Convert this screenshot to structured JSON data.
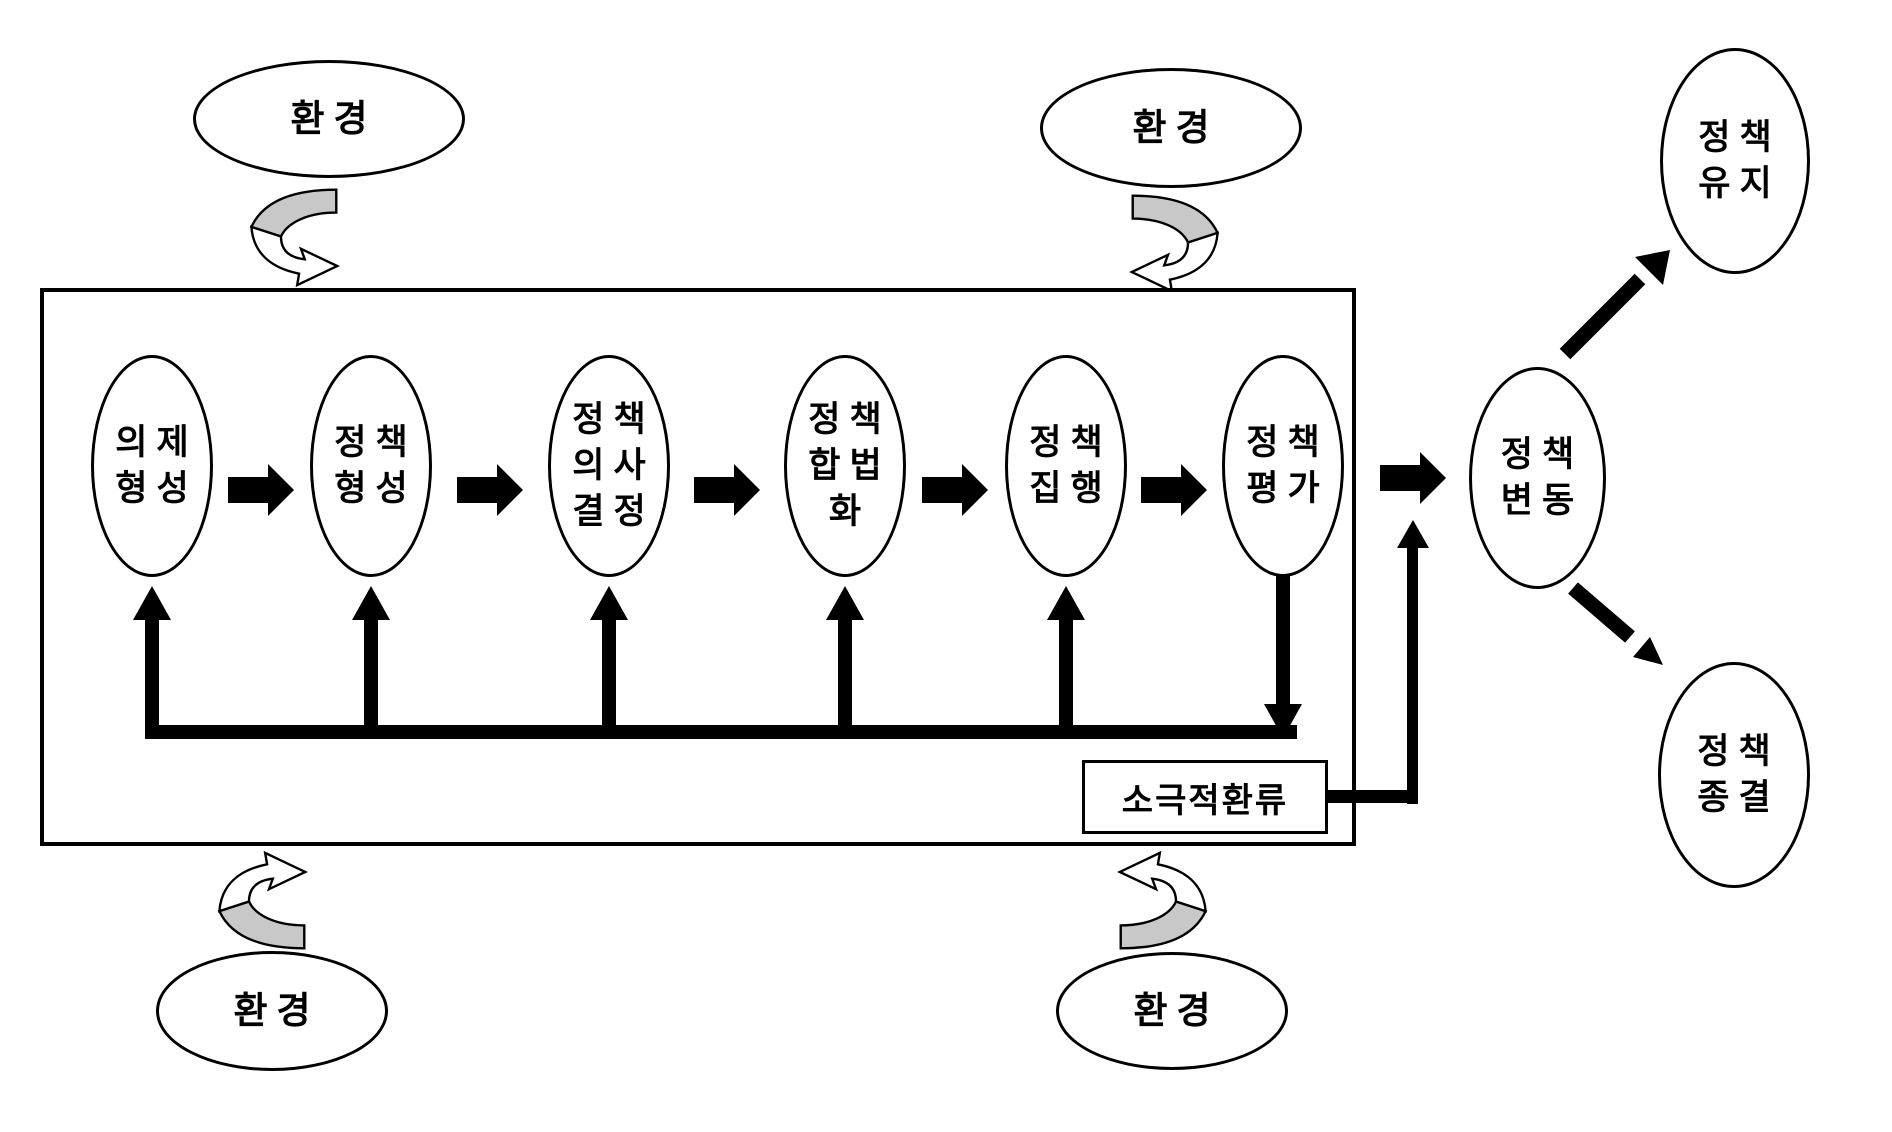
{
  "environment": {
    "top_left": "환경",
    "top_right": "환경",
    "bottom_left": "환경",
    "bottom_right": "환경"
  },
  "stages": [
    {
      "label": "의제\n형성"
    },
    {
      "label": "정책\n형성"
    },
    {
      "label": "정책\n의사\n결정"
    },
    {
      "label": "정책\n합법\n화"
    },
    {
      "label": "정책\n집행"
    },
    {
      "label": "정책\n평가"
    }
  ],
  "feedback": {
    "label": "소극적환류"
  },
  "outcomes": {
    "change": "정책\n변동",
    "maintain": "정책\n유지",
    "terminate": "정책\n종결"
  },
  "colors": {
    "stroke": "#000000",
    "curl_gray": "#c8c8c8",
    "background": "#ffffff"
  }
}
